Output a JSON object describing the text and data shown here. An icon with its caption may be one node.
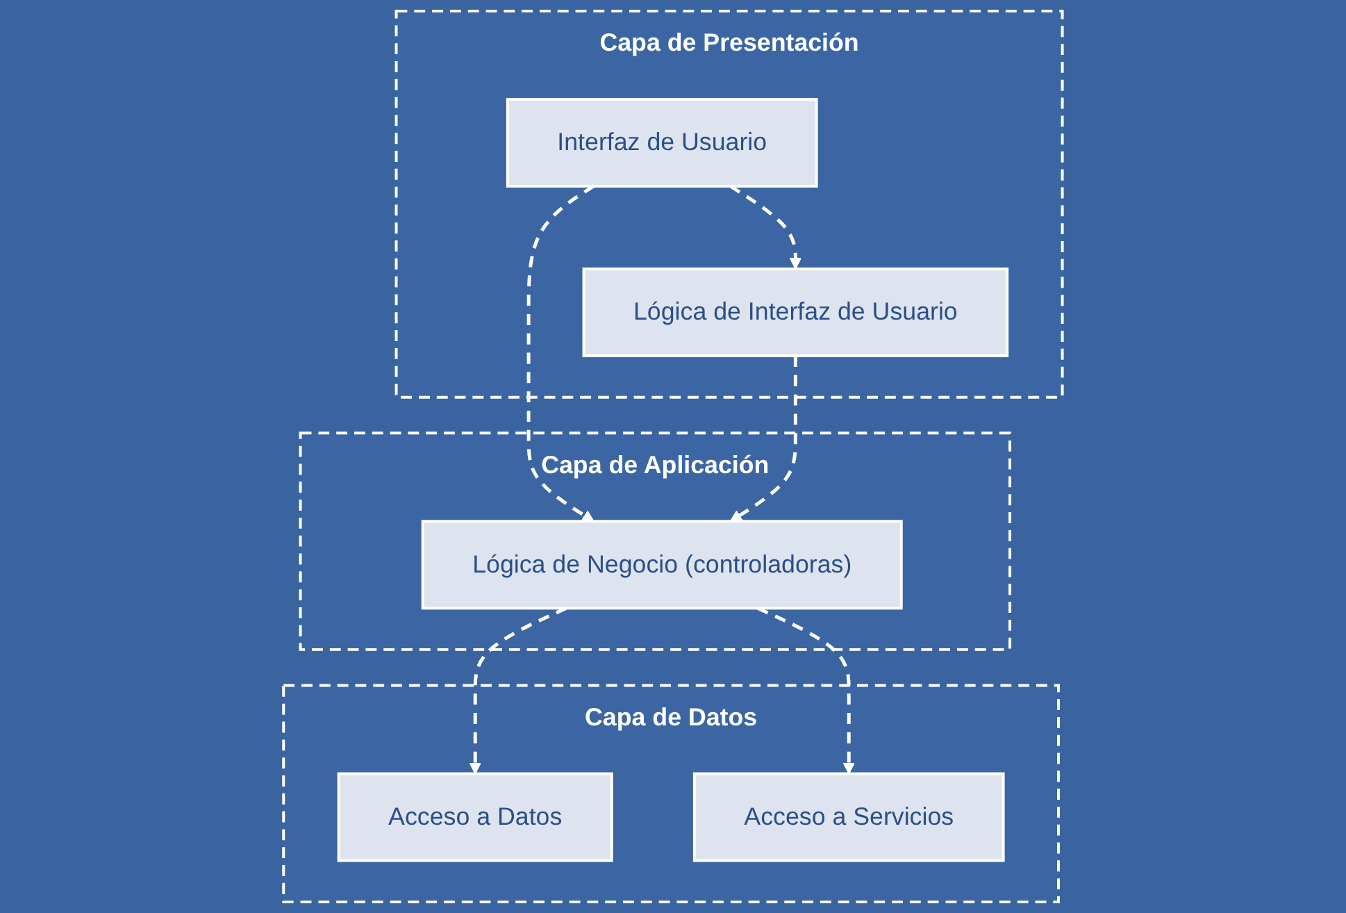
{
  "diagram": {
    "nodes": [
      {
        "text": [
          "Capa de Presentación"
        ]
      },
      {
        "text": [
          "Interfaz de Usuario"
        ],
        "in": 0
      },
      {
        "text": [
          "Lógica de Interfaz de Usuario"
        ],
        "in": 0
      },
      {
        "text": [
          "Capa de Aplicación"
        ]
      },
      {
        "text": [
          "Lógica de Negocio (controladoras)"
        ],
        "in": 3
      },
      {
        "text": [
          "Capa de Datos"
        ]
      },
      {
        "text": [
          "Acceso a Datos"
        ],
        "in": 5
      },
      {
        "text": [
          "Acceso a Servicios"
        ],
        "in": 5
      }
    ],
    "edges": [
      {
        "from": 1,
        "to": 2,
        "arrow": "to",
        "style": "dashed"
      },
      {
        "from": 1,
        "to": 4,
        "arrow": "to",
        "style": "dashed"
      },
      {
        "from": 2,
        "to": 4,
        "arrow": "to",
        "style": "dashed"
      },
      {
        "from": 4,
        "to": 6,
        "arrow": "to",
        "style": "dashed"
      },
      {
        "from": 4,
        "to": 7,
        "arrow": "to",
        "style": "dashed"
      }
    ]
  }
}
